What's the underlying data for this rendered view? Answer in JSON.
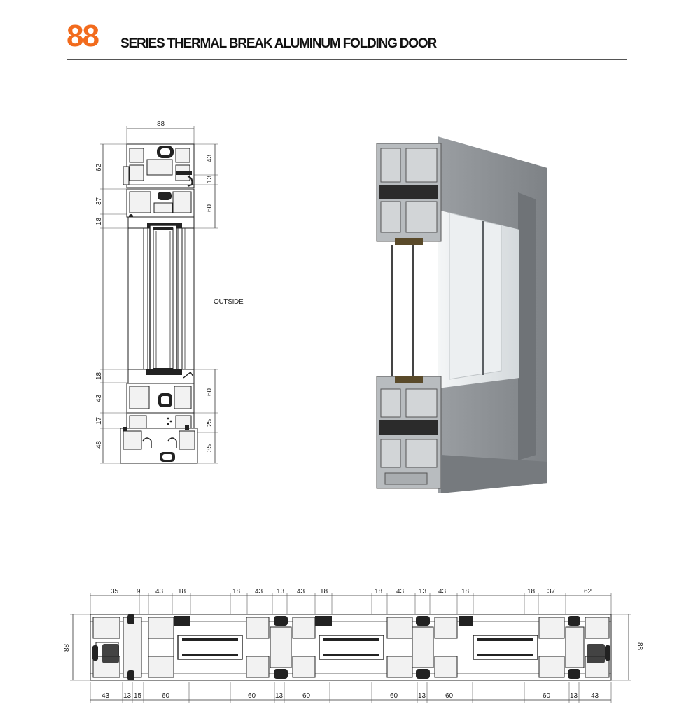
{
  "header": {
    "series_number": "88",
    "title": "SERIES THERMAL BREAK ALUMINUM FOLDING DOOR",
    "accent_color": "#f26b1d",
    "title_color": "#111111"
  },
  "section_drawing": {
    "label": "OUTSIDE",
    "top_dims": [
      "88"
    ],
    "left_dims": [
      "62",
      "37",
      "18",
      "18",
      "43",
      "17",
      "48"
    ],
    "right_dims": [
      "43",
      "13",
      "60",
      "60",
      "25",
      "35"
    ]
  },
  "plan_drawing": {
    "top_dims": [
      "35",
      "9",
      "43",
      "18",
      "18",
      "43",
      "13",
      "43",
      "18",
      "18",
      "43",
      "13",
      "43",
      "18",
      "18",
      "37",
      "62"
    ],
    "bottom_dims": [
      "43",
      "13",
      "15",
      "60",
      "60",
      "13",
      "60",
      "60",
      "13",
      "60",
      "60",
      "13",
      "43"
    ],
    "side_dims": [
      "88",
      "88"
    ]
  },
  "render": {
    "finish_color": "#8e9296",
    "glass_color": "#e4e8ea"
  }
}
